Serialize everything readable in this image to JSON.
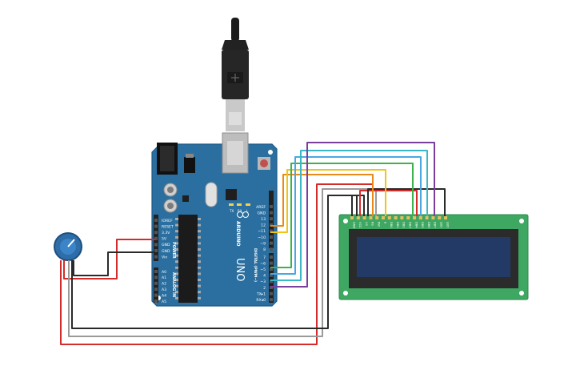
{
  "arduino": {
    "brand": "ARDUINO",
    "model": "UNO",
    "power_header_title": "POWER",
    "analog_header_title": "ANALOG IN",
    "digital_header_title": "DIGITAL (PWM~)",
    "power_pins": [
      "IOREF",
      "RESET",
      "3.3V",
      "5V",
      "GND",
      "GND",
      "Vin"
    ],
    "analog_pins": [
      "A0",
      "A1",
      "A2",
      "A3",
      "A4",
      "A5"
    ],
    "digital_top_pins": [
      "AREF",
      "GND",
      "13",
      "12",
      "~11",
      "~10",
      "~9",
      "8"
    ],
    "digital_bottom_pins": [
      "7",
      "~6",
      "~5",
      "4",
      "~3",
      "2",
      "TX▸1",
      "RX◂0"
    ],
    "led_labels": [
      "TX",
      "RX"
    ],
    "led_l_label": "L"
  },
  "lcd": {
    "pin_labels": [
      "GND",
      "VCC",
      "V0",
      "RS",
      "RW",
      "E",
      "DB0",
      "DB1",
      "DB2",
      "DB3",
      "DB4",
      "DB5",
      "DB6",
      "DB7",
      "LED",
      "LED"
    ]
  },
  "colors": {
    "board": "#2a6fa0",
    "board_dark": "#1d5a86",
    "lcd_pcb": "#3ea862",
    "lcd_screen": "#243a66",
    "wire_red": "#d42b2b",
    "wire_black": "#2a2a2a",
    "wire_gray": "#9a9a9a",
    "wire_orange": "#e88a1a",
    "wire_yellow": "#f0c419",
    "wire_green": "#3db24a",
    "wire_blue": "#4aa8e0",
    "wire_purple": "#7a3e9d",
    "wire_cyan": "#3bb8c8"
  },
  "icons": [
    "usb-cable-icon",
    "potentiometer-icon"
  ]
}
